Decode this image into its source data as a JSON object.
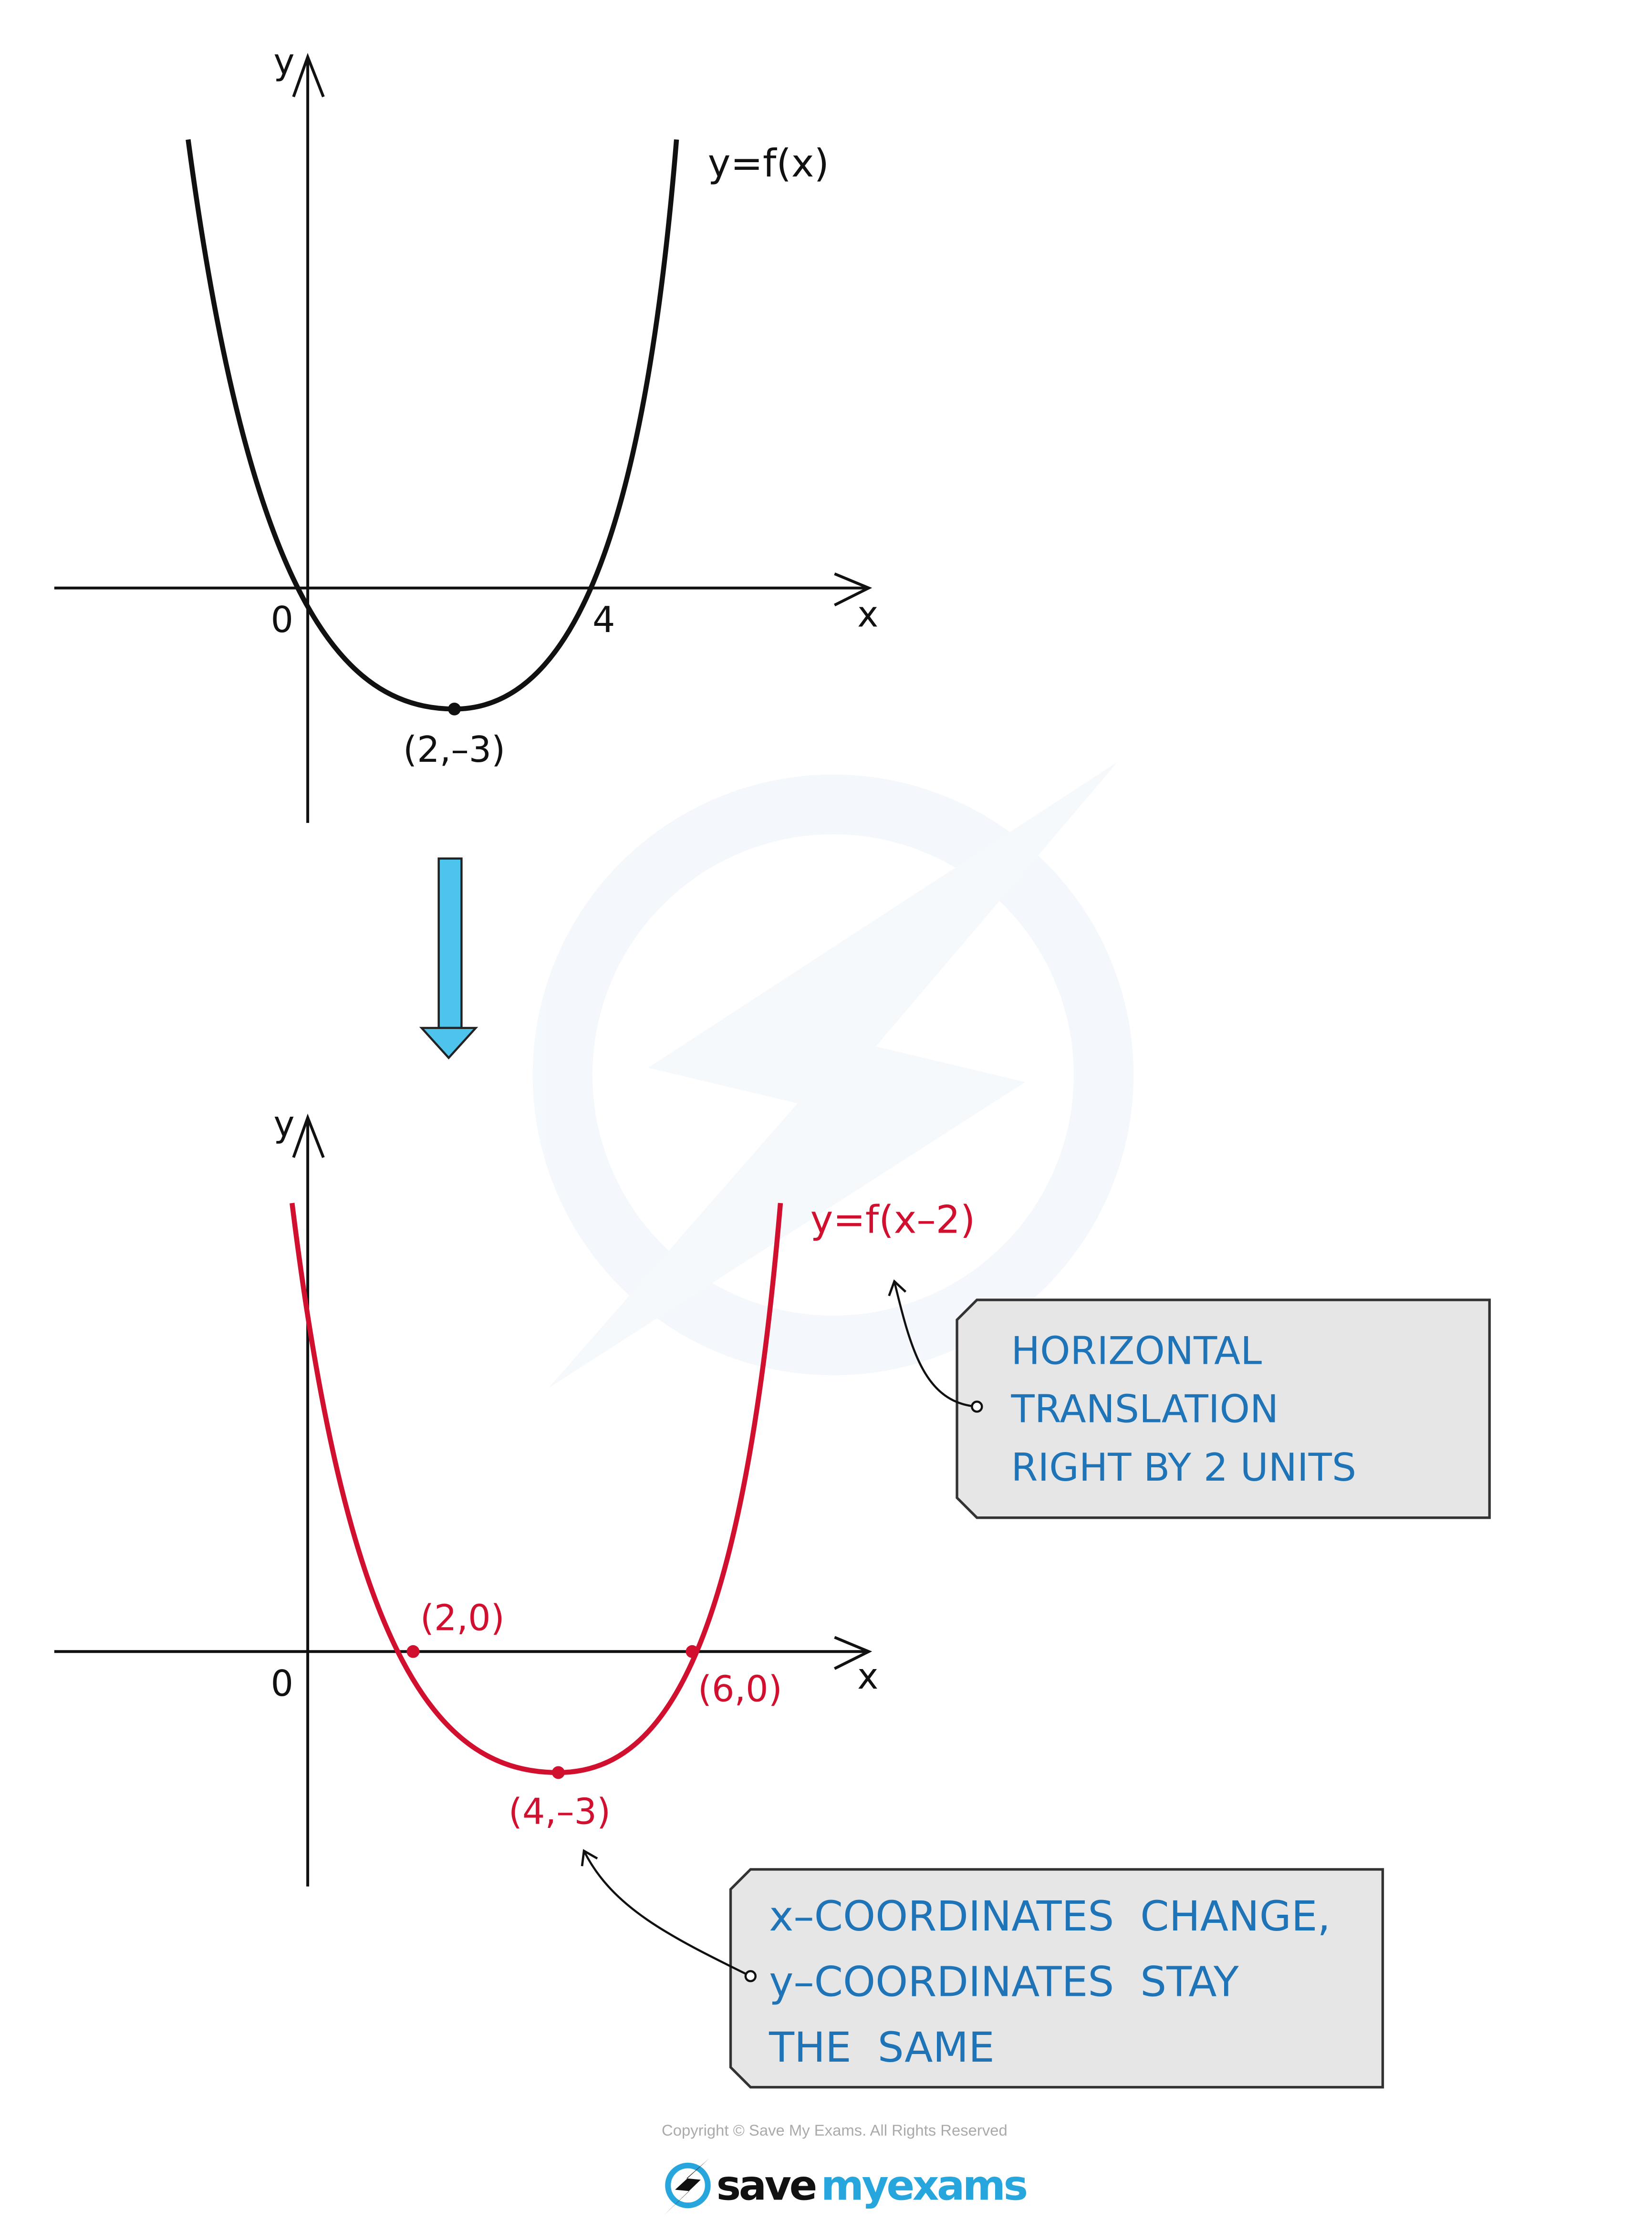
{
  "colors": {
    "curve_original": "#111111",
    "curve_translated": "#d0102e",
    "annotation_text": "#1f74b8",
    "annotation_box": "#e6e6e6",
    "arrow": "#4ec3ec"
  },
  "top_graph": {
    "y_axis_label": "y",
    "x_axis_label": "x",
    "origin_label": "0",
    "root_label": "4",
    "curve_label": "y=f(x)",
    "vertex_label": "(2,–3)"
  },
  "transform_arrow": {
    "icon": "down-arrow-icon"
  },
  "bottom_graph": {
    "y_axis_label": "y",
    "x_axis_label": "x",
    "origin_label": "0",
    "curve_label": "y=f(x–2)",
    "root1_label": "(2,0)",
    "root2_label": "(6,0)",
    "vertex_label": "(4,–3)"
  },
  "annotations": [
    {
      "lines": [
        "HORIZONTAL",
        "TRANSLATION",
        "RIGHT BY 2 UNITS"
      ]
    },
    {
      "lines": [
        "x–COORDINATES  CHANGE,",
        "y–COORDINATES  STAY",
        "THE  SAME"
      ]
    }
  ],
  "footer": {
    "copyright": "Copyright © Save My Exams. All Rights Reserved",
    "logo_save": "save",
    "logo_myexams": "myexams"
  }
}
